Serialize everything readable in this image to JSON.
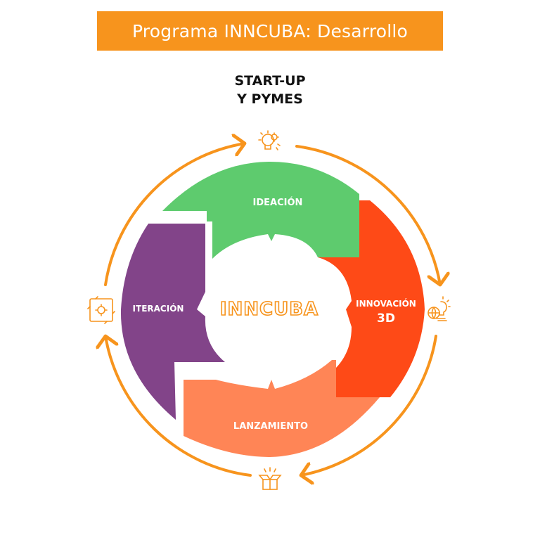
{
  "header": {
    "title": "Programa INNCUBA: Desarrollo",
    "subtitle_line1": "START-UP",
    "subtitle_line2": "Y PYMES"
  },
  "cycle": {
    "center_label": "INNCUBA",
    "stages": [
      {
        "label": "IDEACIÓN",
        "color": "#5ecb6e"
      },
      {
        "label": "INNOVACIÓN",
        "label_line2": "3D",
        "color": "#fe4a17"
      },
      {
        "label": "LANZAMIENTO",
        "color": "#ff8556"
      },
      {
        "label": "ITERACIÓN",
        "color": "#824489"
      }
    ],
    "icons": [
      "idea-gear-icon",
      "lightbulb-globe-icon",
      "open-box-icon",
      "iteration-cycle-icon"
    ]
  },
  "colors": {
    "accent": "#f7941d",
    "banner": "#f7941d"
  }
}
